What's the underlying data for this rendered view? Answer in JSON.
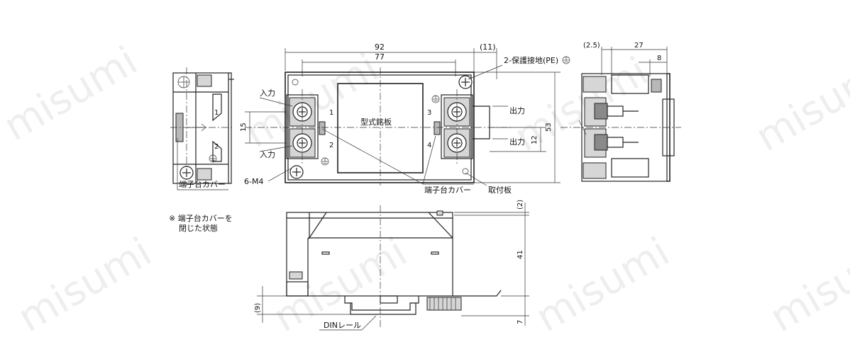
{
  "watermark": "misumi",
  "dimensions": {
    "width_92": "92",
    "width_77": "77",
    "offset_11": "(11)",
    "height_53": "53",
    "pitch_15": "15",
    "pitch_12": "12",
    "side_2_5": "(2.5)",
    "side_27": "27",
    "side_8": "8",
    "bottom_2": "(2)",
    "bottom_41": "41",
    "bottom_7": "7",
    "bottom_9": "(9)"
  },
  "labels": {
    "input_1": "入力",
    "input_2": "入力",
    "output_1": "出力",
    "output_2": "出力",
    "nameplate": "型式銘板",
    "pe_ground": "2-保護接地(PE)",
    "screw_m4": "6-M4",
    "terminal_cover_left": "端子台カバー",
    "terminal_cover_center": "端子台カバー",
    "mounting_plate": "取付板",
    "din_rail": "DINレール",
    "note_line1": "※ 端子台カバーを",
    "note_line2": "閉じた状態"
  },
  "terminals": {
    "t1": "1",
    "t2": "2",
    "t3": "3",
    "t4": "4",
    "left_1": "1",
    "left_2": "2"
  }
}
